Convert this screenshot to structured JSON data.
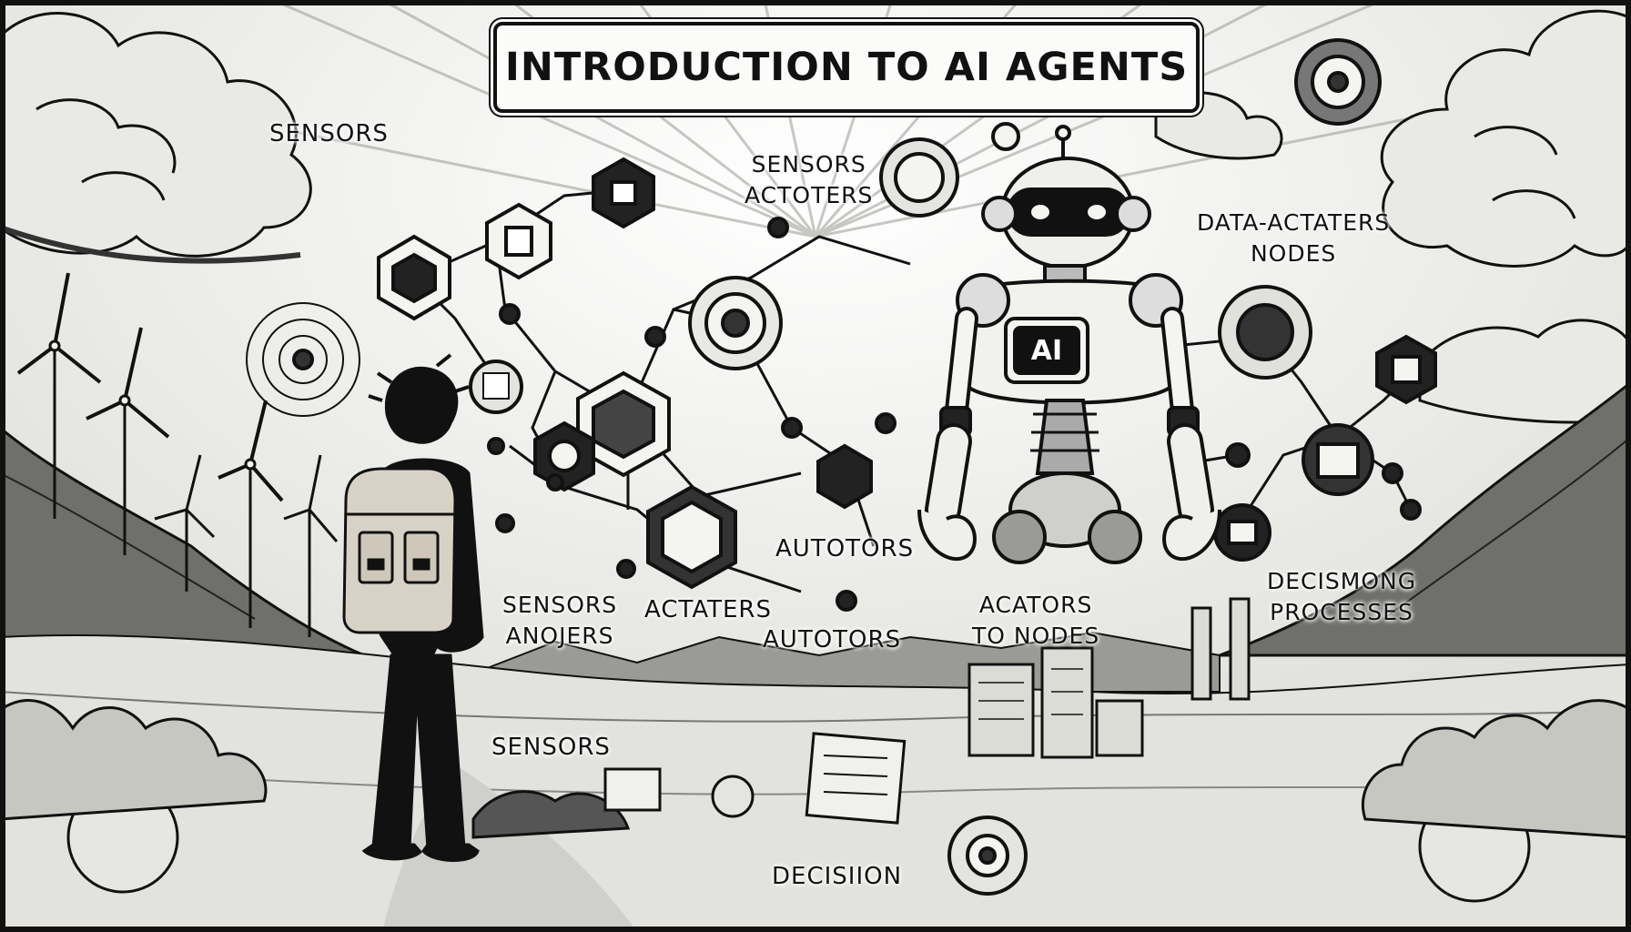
{
  "title": "INTRODUCTION TO AI AGENTS",
  "robot_chest": "AI",
  "labels": {
    "sensors_top_left": "SENSORS",
    "sensors_actoters_1": "SENSORS",
    "sensors_actoters_2": "ACTOTERS",
    "data_actaters_1": "DATA-ACTATERS",
    "data_actaters_2": "NODES",
    "autotors_mid": "AUTOTORS",
    "sensors_anojers_1": "SENSORS",
    "sensors_anojers_2": "ANOJERS",
    "actaters": "ACTATERS",
    "autotors_low": "AUTOTORS",
    "acators_to_nodes_1": "ACATORS",
    "acators_to_nodes_2": "TO NODES",
    "decismong_1": "DECISMONG",
    "decismong_2": "PROCESSES",
    "sensors_ground": "SENSORS",
    "decisiion": "DECISIION"
  },
  "icons": [
    "robot-icon",
    "wind-turbine-icon",
    "network-node-icon",
    "backpack-icon",
    "building-icon",
    "target-icon"
  ],
  "colors": {
    "ink": "#111111",
    "paper": "#f4f4f1",
    "shade": "#8a8a86"
  }
}
